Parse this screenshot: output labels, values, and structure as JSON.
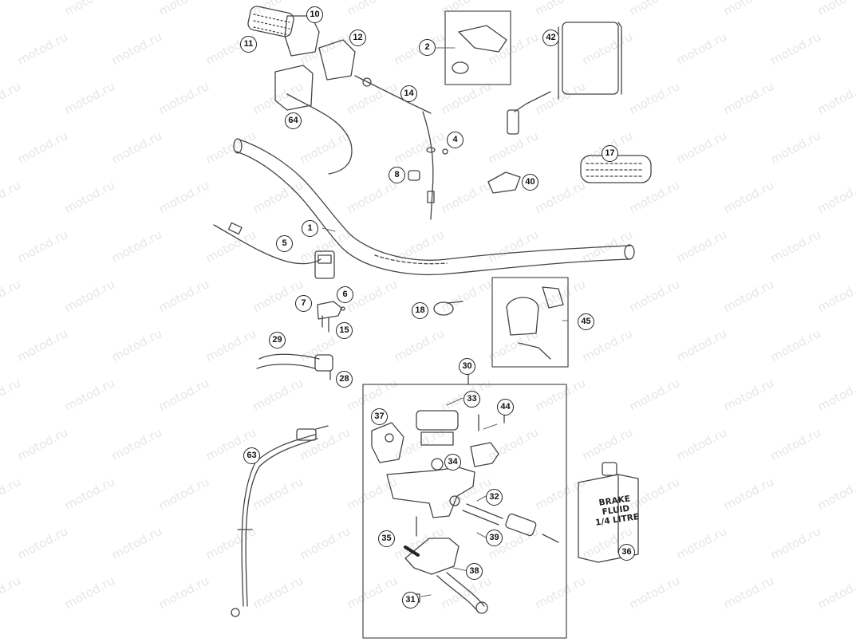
{
  "watermark": "motod.ru",
  "colors": {
    "line": "#444444",
    "callout_border": "#222222",
    "group_box": "#555555",
    "watermark": "#e6e6e6"
  },
  "callouts": [
    {
      "id": "c1",
      "label": "1"
    },
    {
      "id": "c2",
      "label": "2"
    },
    {
      "id": "c4",
      "label": "4"
    },
    {
      "id": "c5",
      "label": "5"
    },
    {
      "id": "c6",
      "label": "6"
    },
    {
      "id": "c7",
      "label": "7"
    },
    {
      "id": "c8",
      "label": "8"
    },
    {
      "id": "c10",
      "label": "10"
    },
    {
      "id": "c11",
      "label": "11"
    },
    {
      "id": "c12",
      "label": "12"
    },
    {
      "id": "c14",
      "label": "14"
    },
    {
      "id": "c15",
      "label": "15"
    },
    {
      "id": "c17",
      "label": "17"
    },
    {
      "id": "c18",
      "label": "18"
    },
    {
      "id": "c28",
      "label": "28"
    },
    {
      "id": "c29",
      "label": "29"
    },
    {
      "id": "c30",
      "label": "30"
    },
    {
      "id": "c31",
      "label": "31"
    },
    {
      "id": "c32",
      "label": "32"
    },
    {
      "id": "c33",
      "label": "33"
    },
    {
      "id": "c34",
      "label": "34"
    },
    {
      "id": "c35",
      "label": "35"
    },
    {
      "id": "c36",
      "label": "36"
    },
    {
      "id": "c37",
      "label": "37"
    },
    {
      "id": "c38",
      "label": "38"
    },
    {
      "id": "c39",
      "label": "39"
    },
    {
      "id": "c40",
      "label": "40"
    },
    {
      "id": "c42",
      "label": "42"
    },
    {
      "id": "c44",
      "label": "44"
    },
    {
      "id": "c45",
      "label": "45"
    },
    {
      "id": "c63",
      "label": "63"
    },
    {
      "id": "c64",
      "label": "64"
    }
  ],
  "brake_fluid_label": [
    "BRAKE",
    "FLUID",
    "1/4 LITRE"
  ]
}
